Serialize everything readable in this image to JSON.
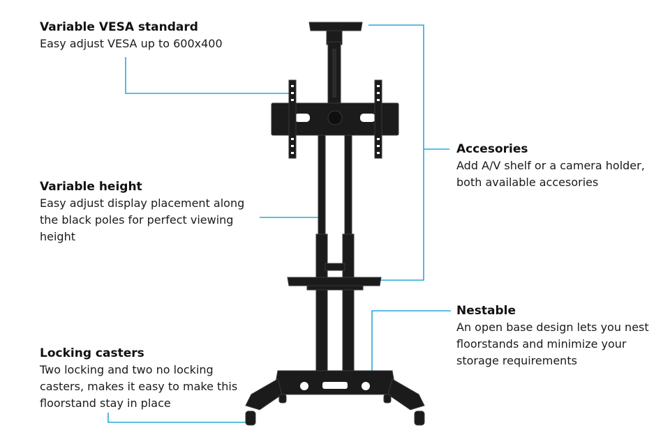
{
  "callouts": {
    "vesa": {
      "title": "Variable VESA standard",
      "lines": [
        "Easy adjust VESA up to 600x400"
      ]
    },
    "height": {
      "title": "Variable height",
      "lines": [
        "Easy adjust display placement along",
        "the black poles for perfect viewing",
        "height"
      ]
    },
    "casters": {
      "title": "Locking casters",
      "lines": [
        "Two locking and two no locking",
        "casters, makes it easy to make this",
        "floorstand stay in place"
      ]
    },
    "accessories": {
      "title": "Accesories",
      "lines": [
        "Add A/V shelf or a camera holder,",
        "both available accesories"
      ]
    },
    "nestable": {
      "title": "Nestable",
      "lines": [
        "An open base design lets you nest",
        "floorstands and minimize your",
        "storage requirements"
      ]
    }
  },
  "colors": {
    "leader": "#29a8d8",
    "product": "#1b1b1b",
    "product_edge": "#3a3a3a"
  }
}
